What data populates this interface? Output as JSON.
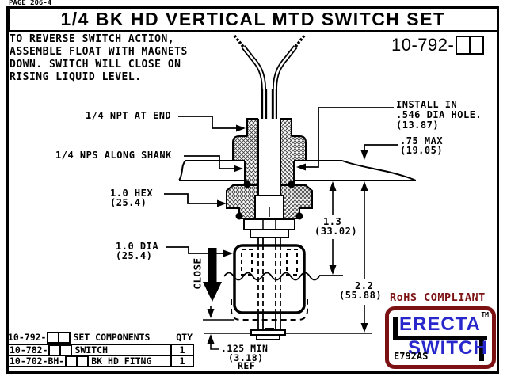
{
  "page": {
    "page_label": "PAGE 206-4",
    "title": "1/4 BK HD VERTICAL MTD SWITCH SET",
    "part_number_prefix": "10-792-"
  },
  "note": {
    "lines": [
      "TO REVERSE SWITCH ACTION,",
      "ASSEMBLE FLOAT WITH MAGNETS",
      "DOWN. SWITCH WILL CLOSE ON",
      "RISING LIQUID LEVEL."
    ]
  },
  "callouts": {
    "npt": "1/4 NPT AT END",
    "nps": "1/4 NPS ALONG SHANK",
    "hex": "1.0 HEX",
    "hex_mm": "(25.4)",
    "dia": "1.0 DIA",
    "dia_mm": "(25.4)",
    "install_line1": "INSTALL IN",
    "install_line2": ".546 DIA HOLE.",
    "install_line3": "(13.87)",
    "max_thickness": ".75 MAX",
    "max_thickness_mm": "(19.05)",
    "dim_13": "1.3",
    "dim_13_mm": "(33.02)",
    "dim_22": "2.2",
    "dim_22_mm": "(55.88)",
    "close": "CLOSE",
    "min_125": ".125 MIN",
    "min_125_mm": "(3.18)",
    "min_125_ref": "REF",
    "rohs": "RoHS COMPLIANT"
  },
  "table": {
    "header": {
      "part": "10-792-",
      "desc": "SET COMPONENTS",
      "qty": "QTY"
    },
    "rows": [
      {
        "part": "10-782-",
        "desc": "SWITCH",
        "qty": "1"
      },
      {
        "part": "10-702-BH-",
        "desc": "BK HD FITNG",
        "qty": "1"
      }
    ]
  },
  "logo": {
    "line1": "ERECTA",
    "line2": "SWITCH",
    "tm": "TM",
    "code": "E792AS"
  },
  "colors": {
    "maroon": "#7c1113",
    "blue": "#2727cc",
    "line": "#000000"
  }
}
